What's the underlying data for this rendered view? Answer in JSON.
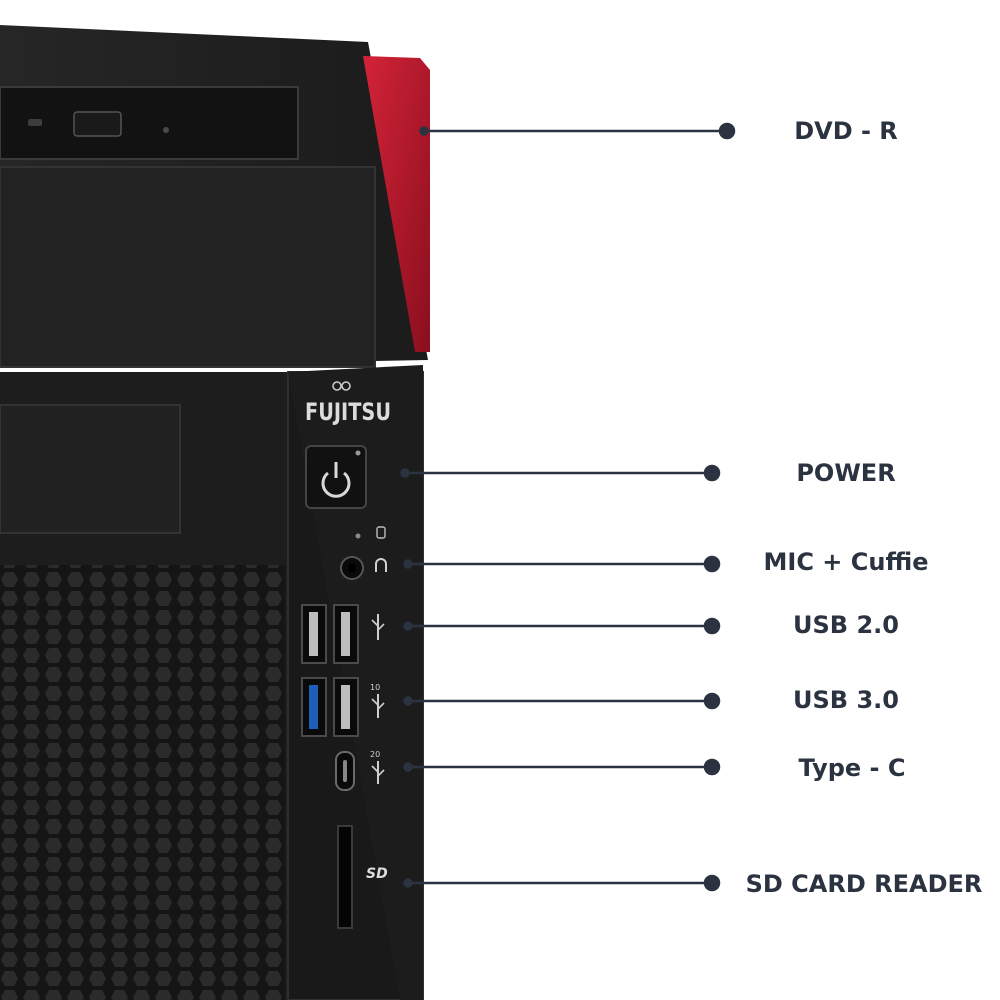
{
  "brand": {
    "logo_text": "FUJITSU"
  },
  "callouts": [
    {
      "id": "dvd",
      "label": "DVD - R"
    },
    {
      "id": "power",
      "label": "POWER"
    },
    {
      "id": "mic",
      "label": "MIC + Cuffie"
    },
    {
      "id": "usb2",
      "label": "USB 2.0"
    },
    {
      "id": "usb3",
      "label": "USB 3.0"
    },
    {
      "id": "typec",
      "label": "Type - C"
    },
    {
      "id": "sd",
      "label": "SD CARD READER"
    }
  ],
  "port_marks": {
    "usb3_speed": "10",
    "typec_speed": "20",
    "sd_mark": "SD"
  },
  "colors": {
    "accent_red": "#b01528",
    "case_black": "#1f1f1f",
    "usb3_blue": "#1d5fb8",
    "callout_line": "#2b3240"
  },
  "icons": [
    "power-icon",
    "headphone-icon",
    "hdd-activity-icon",
    "usb-icon",
    "sd-card-icon"
  ]
}
